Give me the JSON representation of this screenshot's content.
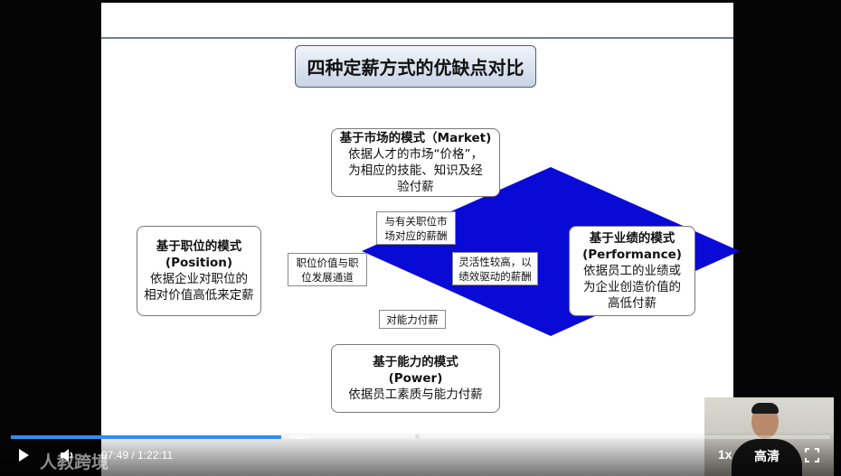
{
  "slide": {
    "title": "四种定薪方式的优缺点对比",
    "market": {
      "title": "基于市场的模式（Market)",
      "lines": [
        "依据人才的市场“价格”，",
        "为相应的技能、知识及经",
        "验付薪"
      ]
    },
    "position": {
      "title": "基于职位的模式",
      "sub": "(Position)",
      "lines": [
        "依据企业对职位的",
        "相对价值高低来定薪"
      ]
    },
    "performance": {
      "title": "基于业绩的模式",
      "sub": "(Performance)",
      "lines": [
        "依据员工的业绩或",
        "为企业创造价值的",
        "高低付薪"
      ]
    },
    "power": {
      "title": "基于能力的模式",
      "sub": "(Power)",
      "lines": [
        "依据员工素质与能力付薪"
      ]
    },
    "inner": {
      "top": [
        "与有关职位市",
        "场对应的薪酬"
      ],
      "left": [
        "职位价值与职",
        "位发展通道"
      ],
      "right": [
        "灵活性较高，以",
        "绩效驱动的薪酬"
      ],
      "bottom": "对能力付薪"
    },
    "diamond_color": "#0a0ad6"
  },
  "player": {
    "time": "07:49 / 1:22:11",
    "rate": "1x",
    "quality": "高清",
    "watermark": "人教跨境",
    "progress_played_fraction": 0.33,
    "accent": "#2f8cff"
  }
}
